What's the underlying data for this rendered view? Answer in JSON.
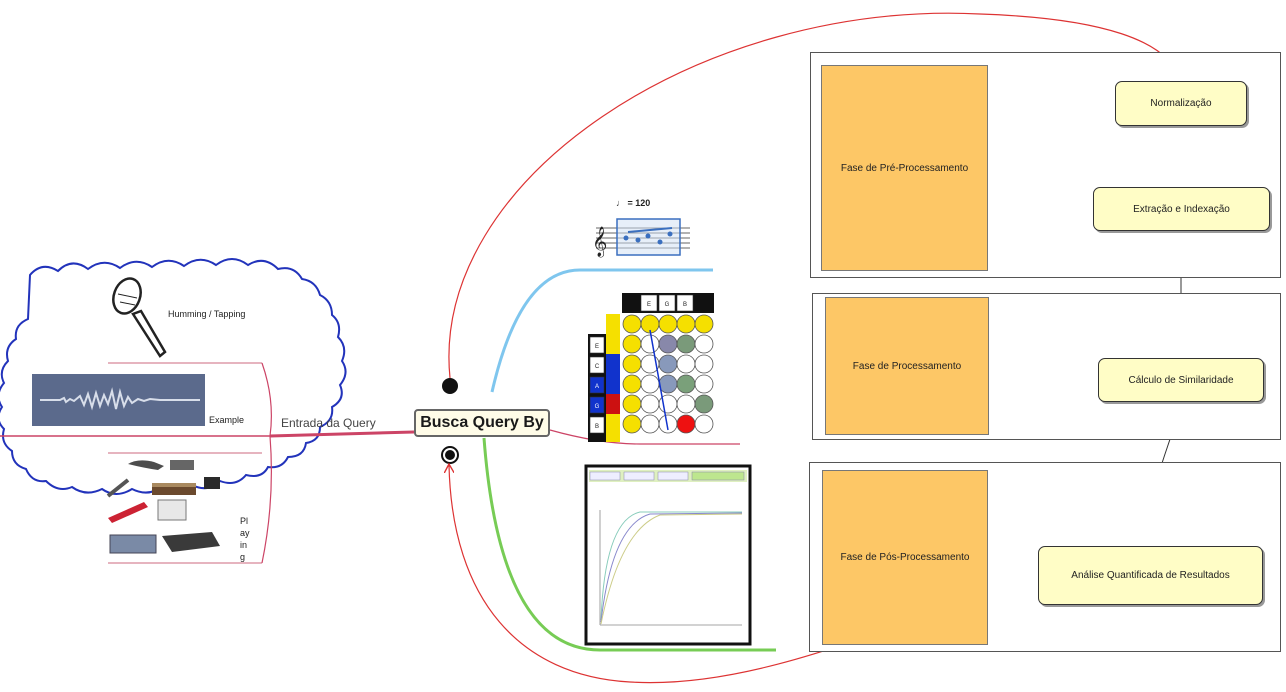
{
  "center_topic": "Busca Query By",
  "query_input": {
    "branch_label": "Entrada da Query",
    "items": [
      "Humming / Tapping",
      "Example",
      "Playing"
    ]
  },
  "tempo_marking": "♩ = 120",
  "grid_letters": {
    "top_row": [
      "E",
      "G",
      "B"
    ],
    "left_column": [
      "E",
      "C",
      "A",
      "G",
      "B"
    ]
  },
  "phases": [
    {
      "name": "Fase de Pré-Processamento",
      "steps": [
        "Normalização",
        "Extração e Indexação"
      ]
    },
    {
      "name": "Fase de Processamento",
      "steps": [
        "Cálculo de Similaridade"
      ]
    },
    {
      "name": "Fase de Pós-Processamento",
      "steps": [
        "Análise Quantificada de Resultados"
      ]
    }
  ],
  "colors": {
    "cloud_outline": "#2233bb",
    "feedback_arrow": "#dd3333",
    "phase_box": "#fdc766",
    "step_box": "#fffdc6",
    "branch_blue": "#7fc6ee",
    "branch_green": "#77cc55",
    "branch_red": "#cc4466"
  }
}
